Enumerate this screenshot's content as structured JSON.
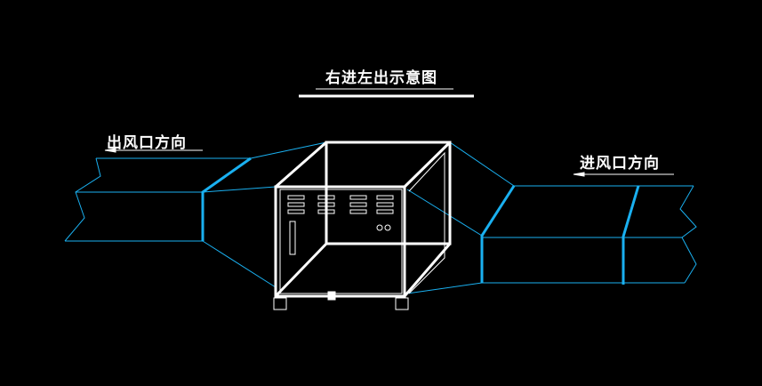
{
  "title": "右进左出示意图",
  "outlet_label": "出风口方向",
  "inlet_label": "进风口方向",
  "colors": {
    "duct": "#1ab0f0",
    "unit": "#ffffff",
    "background": "#000000"
  }
}
